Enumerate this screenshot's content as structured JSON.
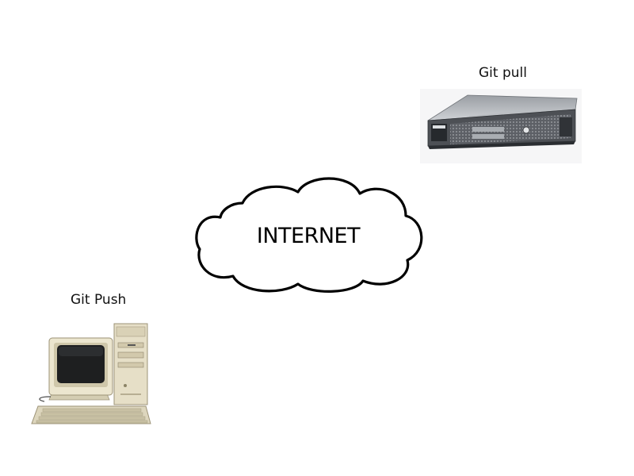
{
  "diagram": {
    "pull_label": "Git pull",
    "push_label": "Git Push",
    "cloud_label": "INTERNET"
  }
}
